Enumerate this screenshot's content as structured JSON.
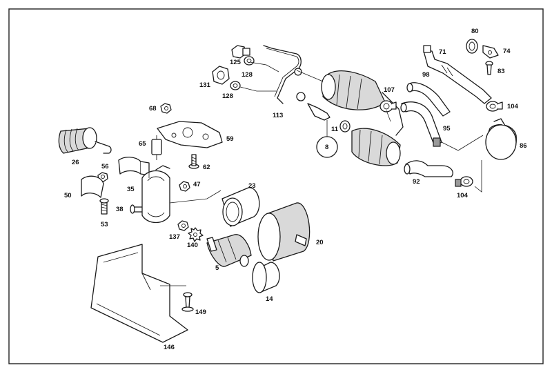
{
  "labels": {
    "p5": "5",
    "p8": "8",
    "p11": "11",
    "p14": "14",
    "p20": "20",
    "p23": "23",
    "p26": "26",
    "p35": "35",
    "p38": "38",
    "p47": "47",
    "p50": "50",
    "p53": "53",
    "p56": "56",
    "p59": "59",
    "p62": "62",
    "p65": "65",
    "p68": "68",
    "p71": "71",
    "p74": "74",
    "p80": "80",
    "p83": "83",
    "p86": "86",
    "p92": "92",
    "p95": "95",
    "p98": "98",
    "p104a": "104",
    "p104b": "104",
    "p107": "107",
    "p113": "113",
    "p125": "125",
    "p128a": "128",
    "p128b": "128",
    "p131": "131",
    "p137": "137",
    "p140": "140",
    "p146": "146",
    "p149": "149"
  }
}
